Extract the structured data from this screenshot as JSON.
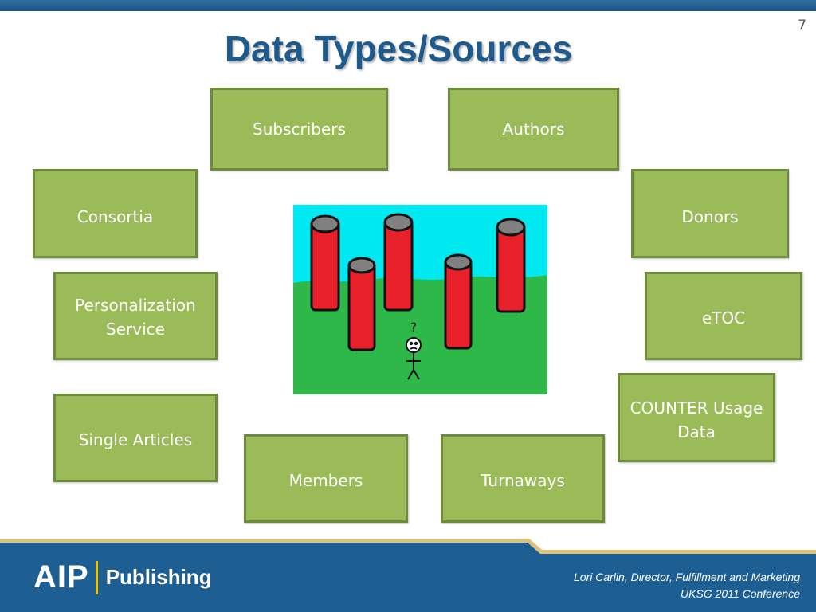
{
  "slide": {
    "title": "Data Types/Sources",
    "number": "7"
  },
  "boxes": {
    "subscribers": "Subscribers",
    "authors": "Authors",
    "consortia": "Consortia",
    "donors": "Donors",
    "personalization": "Personalization Service",
    "etoc": "eTOC",
    "counter": "COUNTER Usage Data",
    "single_articles": "Single Articles",
    "members": "Members",
    "turnaways": "Turnaways"
  },
  "footer": {
    "logo_aip": "AIP",
    "logo_publishing": "Publishing",
    "credit_line1": "Lori Carlin, Director, Fulfillment and Marketing",
    "credit_line2": "UKSG 2011 Conference"
  },
  "illustration": {
    "question_mark": "?"
  },
  "colors": {
    "box_fill": "#9bbb59",
    "box_border": "#6e8b3d",
    "title": "#1f5a8c",
    "footer_blue": "#1e5f93",
    "pillar_red": "#e8202a",
    "sky": "#00e8f0",
    "grass": "#2eb84a"
  }
}
